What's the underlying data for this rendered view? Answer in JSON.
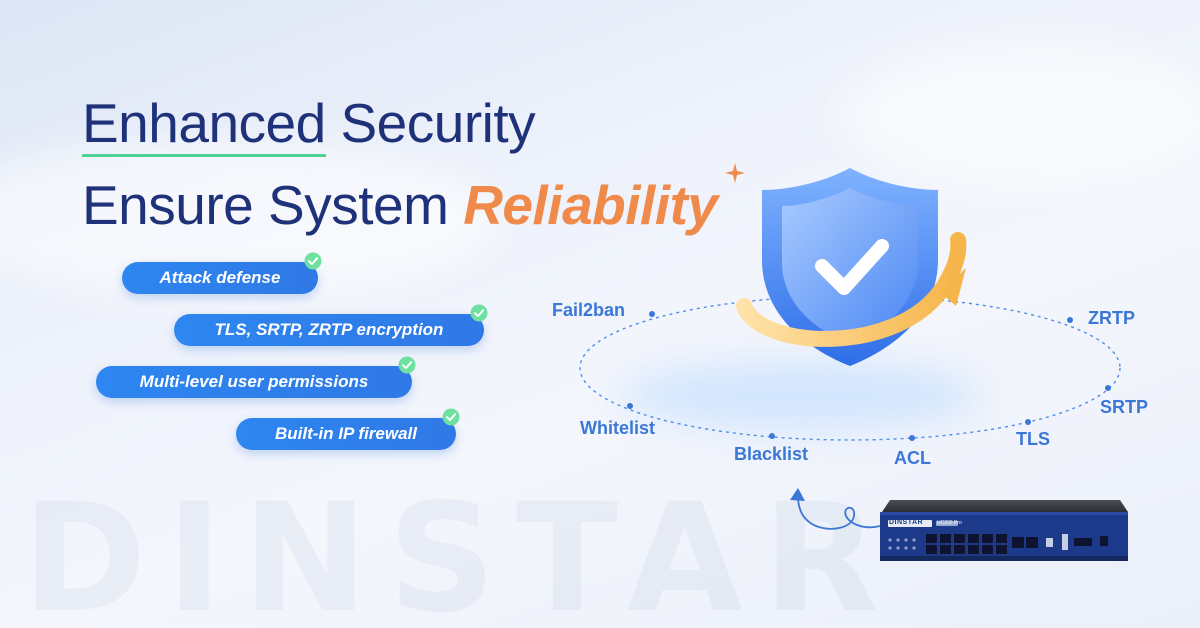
{
  "headline": {
    "line1_underlined": "Enhanced",
    "line1_rest": "Security",
    "line2_plain": "Ensure System",
    "line2_accent": "Reliability"
  },
  "features": [
    "Attack defense",
    "TLS, SRTP, ZRTP encryption",
    "Multi-level user permissions",
    "Built-in IP firewall"
  ],
  "ring_labels": {
    "fail2ban": "Fail2ban",
    "zrtp": "ZRTP",
    "srtp": "SRTP",
    "tls": "TLS",
    "acl": "ACL",
    "blacklist": "Blacklist",
    "whitelist": "Whitelist"
  },
  "watermark": "DINSTAR",
  "device": {
    "brand": "DINSTAR",
    "model": "UC200 Pro"
  },
  "icons": {
    "shield": "shield-check-icon",
    "pill_check": "check-circle-icon",
    "sparkle": "sparkle-icon",
    "arrow": "curly-arrow-icon"
  },
  "colors": {
    "headline": "#1f3279",
    "accent": "#ef8a4a",
    "underline": "#4fd195",
    "pill": "#2e86f0",
    "ring_label": "#3b78d6",
    "shield": "#3d7ef2"
  }
}
